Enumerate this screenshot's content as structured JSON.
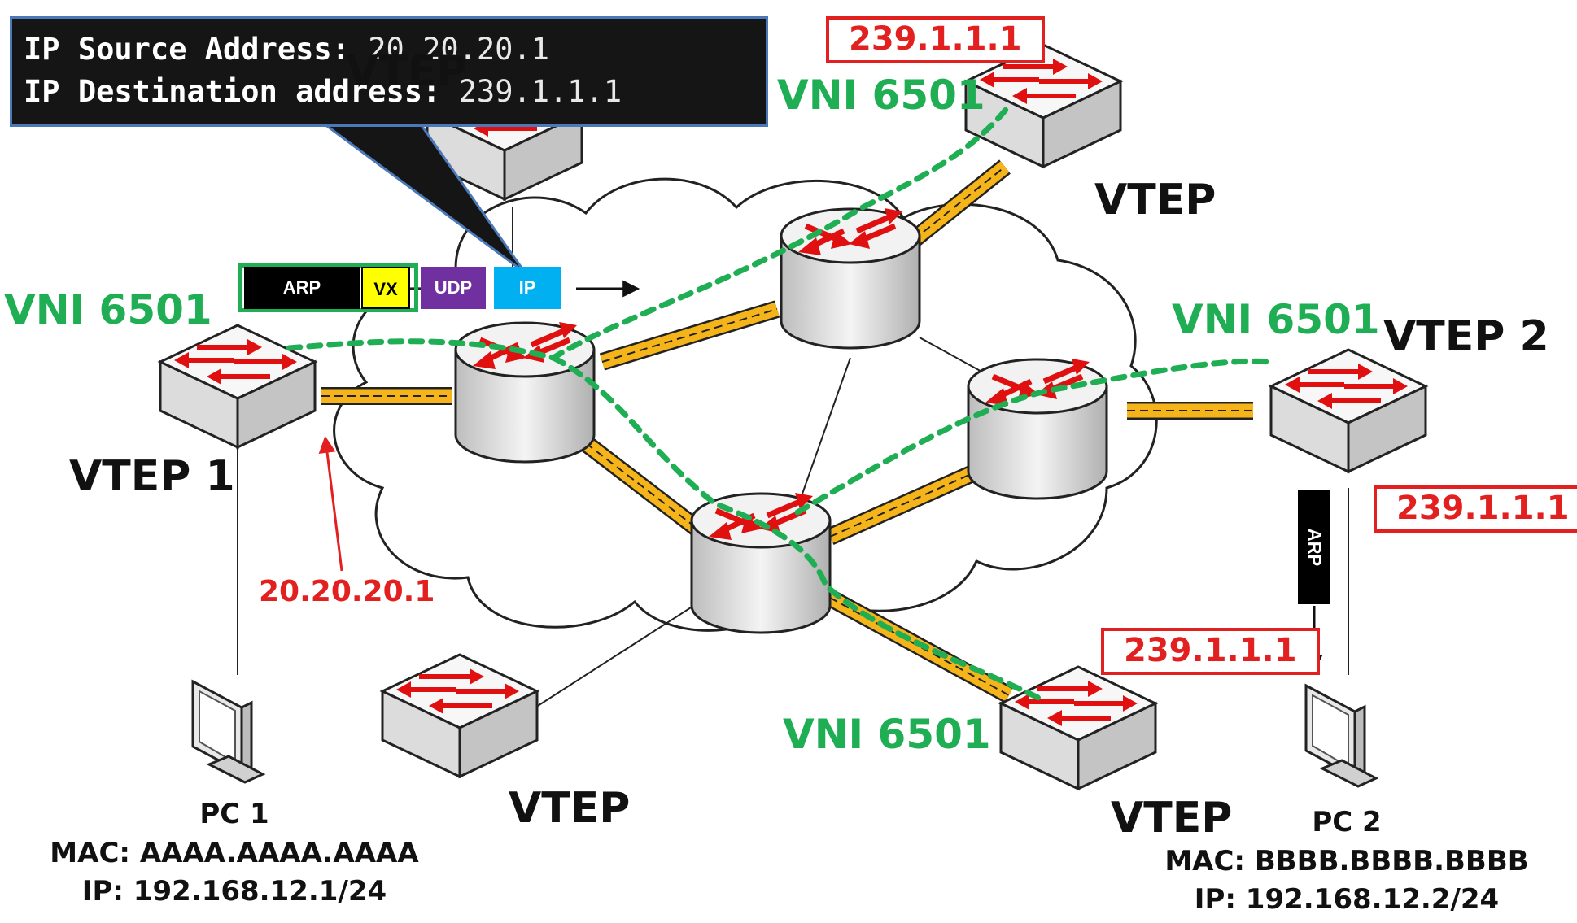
{
  "tooltip": {
    "source_label": "IP Source Address:",
    "source_value": "20.20.20.1",
    "dest_label": "IP Destination address:",
    "dest_value": "239.1.1.1"
  },
  "packet_headers": [
    {
      "label": "ARP",
      "color": "#000000"
    },
    {
      "label": "VX",
      "color": "#ffff00"
    },
    {
      "label": "UDP",
      "color": "#7030a0"
    },
    {
      "label": "IP",
      "color": "#00b0f0"
    }
  ],
  "vtep_labels": {
    "top_left": "VTEP",
    "top_right": "VTEP",
    "vtep1": "VTEP 1",
    "vtep2": "VTEP 2",
    "bottom_left": "VTEP",
    "bottom_right": "VTEP"
  },
  "vni_labels": {
    "top": "VNI 6501",
    "left": "VNI 6501",
    "right": "VNI 6501",
    "bottom": "VNI 6501"
  },
  "multicast_labels": {
    "top": "239.1.1.1",
    "right": "239.1.1.1",
    "bottom": "239.1.1.1"
  },
  "vtep1_ip": "20.20.20.1",
  "arp_vertical": "ARP",
  "pc1": {
    "name": "PC 1",
    "mac": "MAC: AAAA.AAAA.AAAA",
    "ip": "IP: 192.168.12.1/24"
  },
  "pc2": {
    "name": "PC 2",
    "mac": "MAC: BBBB.BBBB.BBBB",
    "ip": "IP: 192.168.12.2/24"
  },
  "colors": {
    "vni_green": "#1fae53",
    "multicast_red": "#e32020",
    "link_orange": "#f5b51a",
    "device_arrow_red": "#e01010",
    "tooltip_bg": "#151515",
    "tooltip_border": "#4a78b8"
  }
}
